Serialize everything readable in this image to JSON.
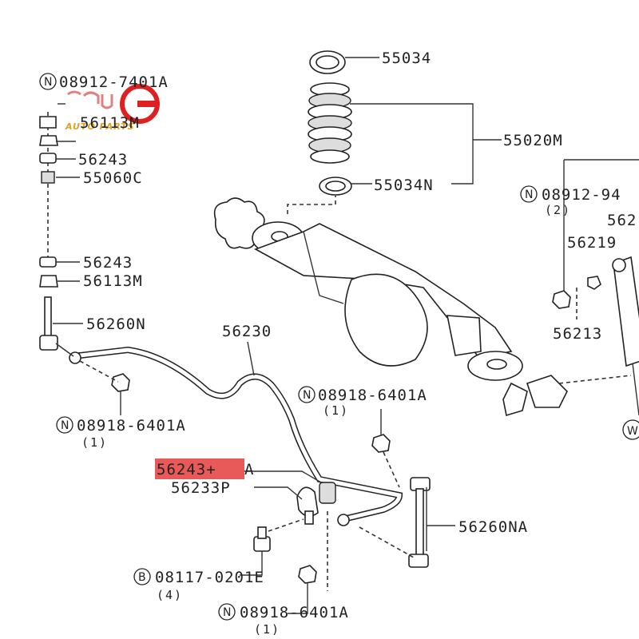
{
  "watermark": {
    "text": "AUTO PARTS",
    "color": "#e02020"
  },
  "highlight_color": "#e85a5a",
  "callouts": {
    "p55034": "55034",
    "p55020m": "55020M",
    "p55034n": "55034N",
    "p08912_7401a": "08912-7401A",
    "p56113m_top": "56113M",
    "p56243_top": "56243",
    "p55060c": "55060C",
    "p56243_mid": "56243",
    "p56113m_mid": "56113M",
    "p56260n": "56260N",
    "p56230": "56230",
    "p08918_left": "08918-6401A",
    "p08918_left_qty": "(1)",
    "p08918_center": "08918-6401A",
    "p08918_center_qty": "(1)",
    "p56243a_main": "56243+",
    "p56243a_suffix": "A",
    "p56233p": "56233P",
    "p56260na": "56260NA",
    "p08117": "08117-0201E",
    "p08117_qty": "(4)",
    "p08918_bottom": "08918-6401A",
    "p08918_bottom_qty": "(1)",
    "p08912_94": "08912-94",
    "p08912_94_qty": "(2)",
    "p562_right": "562",
    "p56219": "56219",
    "p56213": "56213",
    "p_w": "W"
  },
  "prefix": {
    "n": "N",
    "b": "B"
  }
}
